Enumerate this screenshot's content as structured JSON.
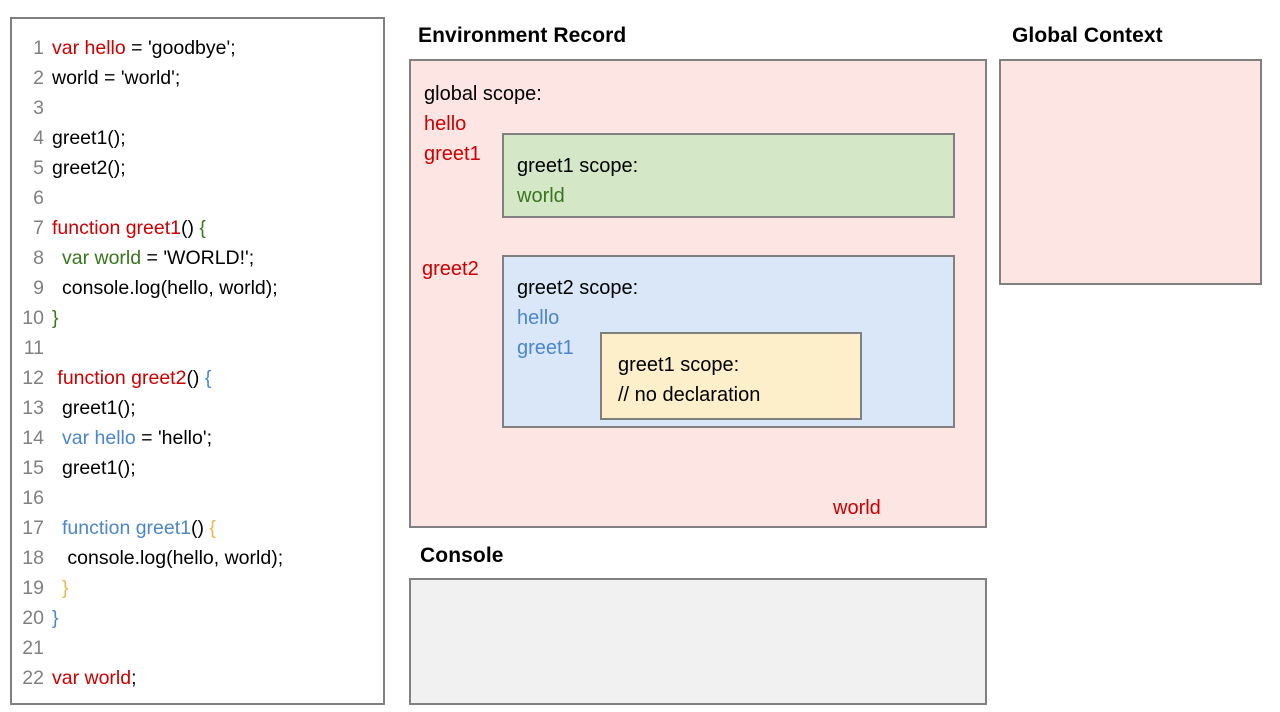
{
  "code_panel": {
    "name": "source-code",
    "lines": [
      {
        "num": "1",
        "indent": 0,
        "tokens": [
          {
            "t": "var hello",
            "c": "red"
          },
          {
            "t": " = 'goodbye';",
            "c": "black"
          }
        ]
      },
      {
        "num": "2",
        "indent": 0,
        "tokens": [
          {
            "t": "world = 'world';",
            "c": "black"
          }
        ]
      },
      {
        "num": "3",
        "indent": 0,
        "tokens": []
      },
      {
        "num": "4",
        "indent": 0,
        "tokens": [
          {
            "t": "greet1();",
            "c": "black"
          }
        ]
      },
      {
        "num": "5",
        "indent": 0,
        "tokens": [
          {
            "t": "greet2();",
            "c": "black"
          }
        ]
      },
      {
        "num": "6",
        "indent": 0,
        "tokens": []
      },
      {
        "num": "7",
        "indent": 0,
        "tokens": [
          {
            "t": "function greet1",
            "c": "red"
          },
          {
            "t": "() ",
            "c": "black"
          },
          {
            "t": "{",
            "c": "green"
          }
        ]
      },
      {
        "num": "8",
        "indent": 1,
        "tokens": [
          {
            "t": "var world",
            "c": "green"
          },
          {
            "t": " = 'WORLD!';",
            "c": "black"
          }
        ]
      },
      {
        "num": "9",
        "indent": 1,
        "tokens": [
          {
            "t": "console.log(hello, world);",
            "c": "black"
          }
        ]
      },
      {
        "num": "10",
        "indent": 0,
        "tokens": [
          {
            "t": "}",
            "c": "green"
          }
        ]
      },
      {
        "num": "11",
        "indent": 0,
        "tokens": []
      },
      {
        "num": "12",
        "indent": 0,
        "tokens": [
          {
            "t": " function greet2",
            "c": "red"
          },
          {
            "t": "() ",
            "c": "black"
          },
          {
            "t": "{",
            "c": "blue"
          }
        ]
      },
      {
        "num": "13",
        "indent": 1,
        "tokens": [
          {
            "t": "greet1();",
            "c": "black"
          }
        ]
      },
      {
        "num": "14",
        "indent": 1,
        "tokens": [
          {
            "t": "var hello",
            "c": "blue"
          },
          {
            "t": " = 'hello';",
            "c": "black"
          }
        ]
      },
      {
        "num": "15",
        "indent": 1,
        "tokens": [
          {
            "t": "greet1();",
            "c": "black"
          }
        ]
      },
      {
        "num": "16",
        "indent": 0,
        "tokens": []
      },
      {
        "num": "17",
        "indent": 1,
        "tokens": [
          {
            "t": "function greet1",
            "c": "blue"
          },
          {
            "t": "() ",
            "c": "black"
          },
          {
            "t": "{",
            "c": "orange"
          }
        ]
      },
      {
        "num": "18",
        "indent": 1,
        "tokens": [
          {
            "t": " console.log(hello, world);",
            "c": "black"
          }
        ]
      },
      {
        "num": "19",
        "indent": 1,
        "tokens": [
          {
            "t": "}",
            "c": "orange"
          }
        ]
      },
      {
        "num": "20",
        "indent": 0,
        "tokens": [
          {
            "t": "}",
            "c": "blue"
          }
        ]
      },
      {
        "num": "21",
        "indent": 0,
        "tokens": []
      },
      {
        "num": "22",
        "indent": 0,
        "tokens": [
          {
            "t": "var world",
            "c": "red"
          },
          {
            "t": ";",
            "c": "black"
          }
        ]
      }
    ]
  },
  "environment_record": {
    "title": "Environment Record",
    "global_scope_label": "global scope:",
    "global_bindings_top": [
      {
        "name": "hello",
        "color": "red"
      },
      {
        "name": "greet1",
        "color": "red"
      }
    ],
    "global_bindings_mid": [
      {
        "name": "greet2",
        "color": "red"
      }
    ],
    "global_bindings_bottom": [
      {
        "name": "world",
        "color": "red"
      }
    ],
    "greet1_scope": {
      "label": "greet1 scope:",
      "bindings": [
        {
          "name": "world",
          "color": "green"
        }
      ]
    },
    "greet2_scope": {
      "label": "greet2 scope:",
      "bindings": [
        {
          "name": "hello",
          "color": "blue"
        },
        {
          "name": "greet1",
          "color": "blue"
        }
      ]
    },
    "greet1_nested_scope": {
      "label": "greet1 scope:",
      "note": "// no declaration"
    }
  },
  "global_context": {
    "title": "Global Context",
    "contents": ""
  },
  "console": {
    "title": "Console",
    "output": ""
  },
  "colors": {
    "red": "#cc0000",
    "green": "#38761d",
    "blue": "#4a86c8",
    "orange": "#e8b84b",
    "gutter_gray": "#808080",
    "pink_fill": "#fce5e3",
    "green_fill": "#d4e8c8",
    "blue_fill": "#d9e7f8",
    "yellow_fill": "#fcefc9",
    "console_fill": "#f1f1f1",
    "border": "#808080"
  }
}
